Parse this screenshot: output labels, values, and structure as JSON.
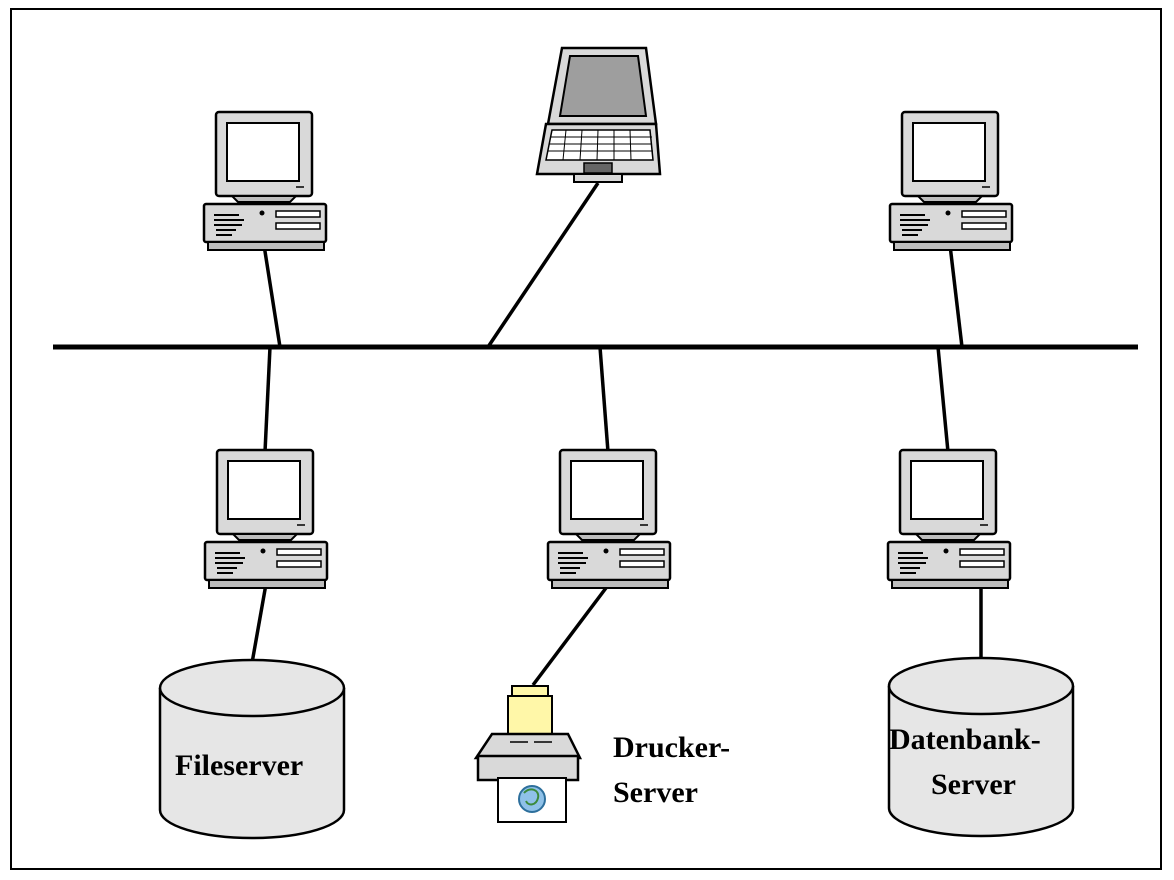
{
  "diagram": {
    "labels": {
      "fileserver": "Fileserver",
      "drucker_line1": "Drucker-",
      "drucker_line2": "Server",
      "datenbank_line1": "Datenbank-",
      "datenbank_line2": "Server"
    },
    "nodes": [
      {
        "id": "pc-top-left",
        "icon": "desktop-computer-icon"
      },
      {
        "id": "laptop-top",
        "icon": "laptop-icon"
      },
      {
        "id": "pc-top-right",
        "icon": "desktop-computer-icon"
      },
      {
        "id": "pc-bottom-left",
        "icon": "desktop-computer-icon"
      },
      {
        "id": "pc-bottom-middle",
        "icon": "desktop-computer-icon"
      },
      {
        "id": "pc-bottom-right",
        "icon": "desktop-computer-icon"
      },
      {
        "id": "fileserver",
        "icon": "database-cylinder-icon"
      },
      {
        "id": "printer",
        "icon": "printer-icon"
      },
      {
        "id": "database-server",
        "icon": "database-cylinder-icon"
      }
    ],
    "colors": {
      "line": "#000000",
      "device_fill": "#d9d9d9",
      "cylinder_fill": "#e6e6e6",
      "paper_fill": "#fff7a8"
    }
  }
}
